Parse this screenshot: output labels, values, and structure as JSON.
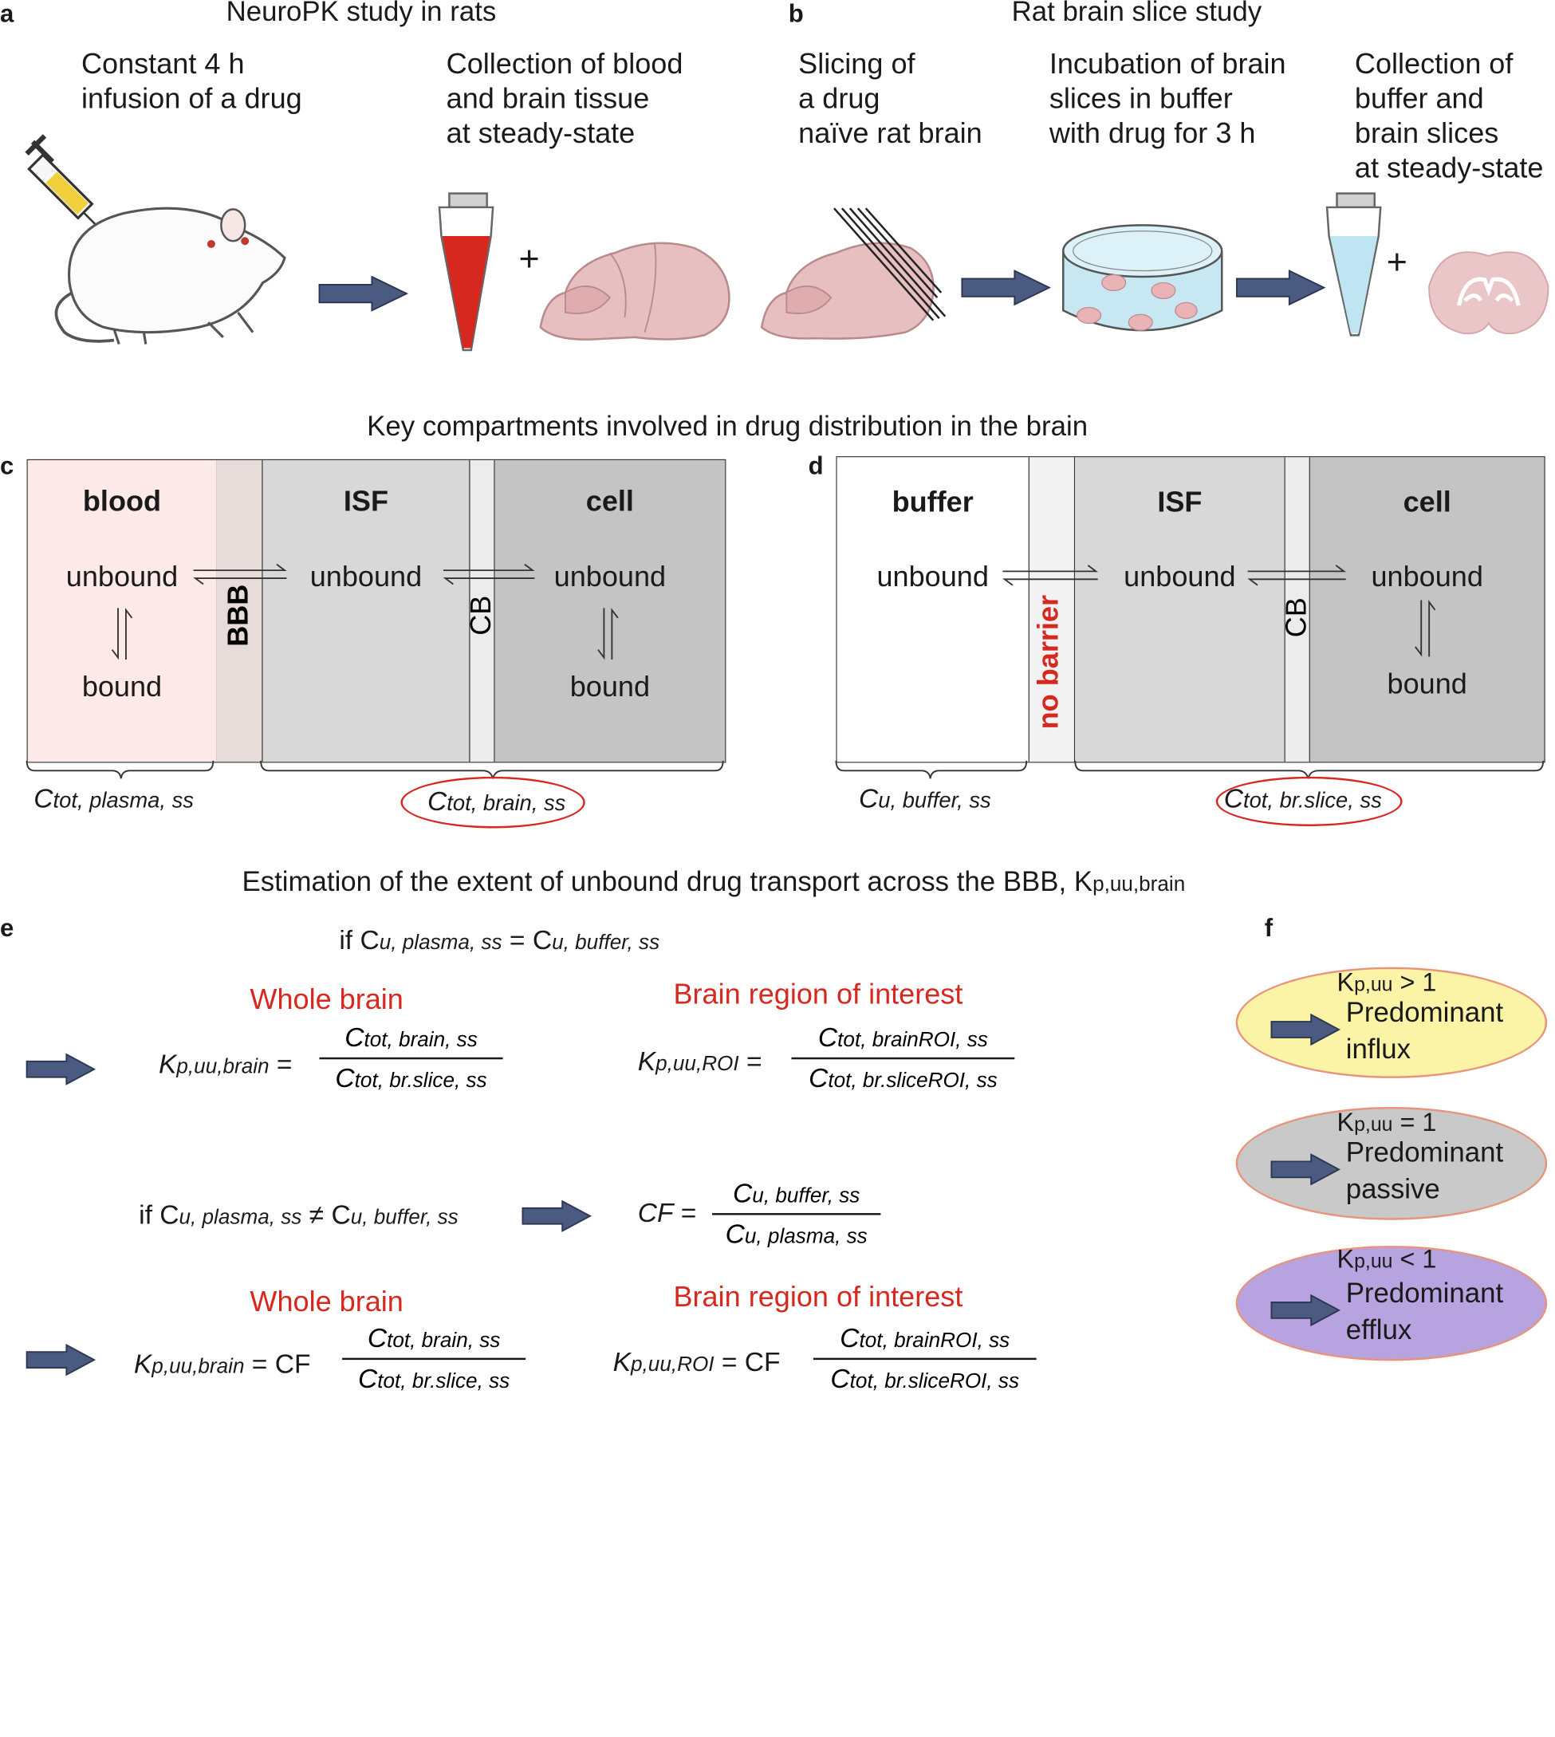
{
  "panels": {
    "a": {
      "letter": "a",
      "title": "NeuroPK study in rats",
      "step1": "Constant 4 h\ninfusion of a drug",
      "step2": "Collection of blood\nand brain tissue\nat steady-state",
      "plus": "+"
    },
    "b": {
      "letter": "b",
      "title": "Rat brain slice study",
      "step1": "Slicing of\na drug\nnaïve rat brain",
      "step2": "Incubation of brain\nslices in buffer\nwith drug for 3 h",
      "step3": "Collection of\nbuffer and\nbrain slices\nat steady-state",
      "plus": "+"
    },
    "compartments_title": "Key compartments involved in drug distribution in the brain",
    "c": {
      "letter": "c",
      "col1": "blood",
      "barrier1": "BBB",
      "col2": "ISF",
      "barrier2": "CB",
      "col3": "cell",
      "unbound": "unbound",
      "bound": "bound",
      "left_label_main": "C",
      "left_label_sub": "tot, plasma, ss",
      "right_label_main": "C",
      "right_label_sub": "tot, brain, ss"
    },
    "d": {
      "letter": "d",
      "col1": "buffer",
      "barrier1": "no barrier",
      "col2": "ISF",
      "barrier2": "CB",
      "col3": "cell",
      "unbound": "unbound",
      "bound": "bound",
      "left_label_main": "C",
      "left_label_sub": "u, buffer, ss",
      "right_label_main": "C",
      "right_label_sub": "tot, br.slice, ss"
    },
    "estimation_title": "Estimation of the extent of unbound drug transport across the BBB, K",
    "estimation_title_sub": "p,uu,brain",
    "e": {
      "letter": "e",
      "cond1": "if C",
      "cond1_sub_a": "u, plasma, ss",
      "cond1_mid": " = C",
      "cond1_sub_b": "u, buffer, ss",
      "whole_brain": "Whole brain",
      "roi": "Brain region of interest",
      "k_brain": "K",
      "k_brain_sub": "p,uu,brain",
      "k_roi": "K",
      "k_roi_sub": "p,uu,ROI",
      "equals": " = ",
      "equals_cf": " = CF ",
      "brain_num": "C",
      "brain_num_sub": "tot, brain, ss",
      "brain_den": "C",
      "brain_den_sub": "tot, br.slice, ss",
      "roi_num": "C",
      "roi_num_sub": "tot, brainROI, ss",
      "roi_den": "C",
      "roi_den_sub": "tot, br.sliceROI, ss",
      "cond2": "if C",
      "cond2_sub_a": "u, plasma, ss",
      "cond2_mid": " ≠ C",
      "cond2_sub_b": "u, buffer, ss",
      "cf": "CF",
      "cf_num": "C",
      "cf_num_sub": "u, buffer, ss",
      "cf_den": "C",
      "cf_den_sub": "u, plasma, ss"
    },
    "f": {
      "letter": "f",
      "ovals": [
        {
          "head": "K",
          "head_sub": "p,uu",
          "rel": " > 1",
          "text": "Predominant\ninflux",
          "color": "#fbf3a6"
        },
        {
          "head": "K",
          "head_sub": "p,uu",
          "rel": " = 1",
          "text": "Predominant\npassive",
          "color": "#c9c9c9"
        },
        {
          "head": "K",
          "head_sub": "p,uu",
          "rel": " < 1",
          "text": "Predominant\nefflux",
          "color": "#b6a3e0"
        }
      ]
    }
  },
  "colors": {
    "arrow": "#4a5a80",
    "blood": "#fde9e7",
    "bbb": "#e8dcdb",
    "isf": "#d8d8d8",
    "cb": "#ececec",
    "cell": "#c3c4c3",
    "buffer": "#ffffff",
    "nobarrier": "#f2f2f2",
    "highlight": "#d6281f"
  }
}
